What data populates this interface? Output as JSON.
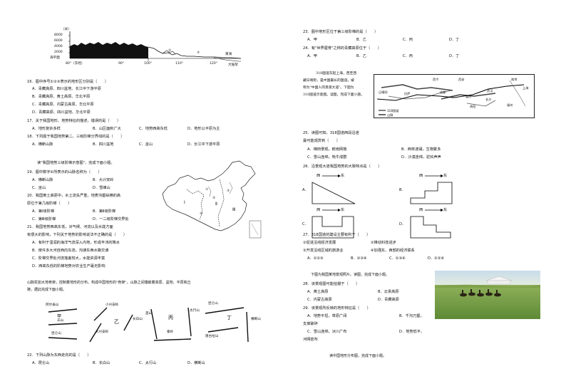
{
  "left": {
    "profile": {
      "y_unit": "（米）",
      "y_ticks": [
        "8000",
        "6000",
        "4000",
        "2000",
        "海平面"
      ],
      "x_ticks": [
        "80°（东经）",
        "90°",
        "100°",
        "110°",
        "120°"
      ],
      "markers": [
        "①",
        "②",
        "③"
      ],
      "sea_label": "黄海",
      "shelf_label": "大陆架"
    },
    "q16": {
      "stem": "16．图中序号①②③表示的地形区分别是（　　）",
      "A": "A．青藏高原、四川盆地、长江中下游平原",
      "B": "B．青藏高原、黄土高原、华北平原",
      "C": "C．青藏高原、内蒙古高原、华北平原",
      "D": "D．青藏高原、四川盆地、华北平原"
    },
    "q17": {
      "stem": "17．关于我国地形、地势特征的描述，错误的是（　　）",
      "A": "A．地形复杂多样",
      "B": "B．山区面积广大",
      "C": "C．地势西高东低",
      "D": "D．地形以平原为主"
    },
    "q18": {
      "stem": "18．下列属于我国地势第二、三级阶梯分界线的是（　　）",
      "A": "A．横断山脉",
      "B": "B．四川盆地",
      "C": "C．巫山",
      "D": "D．长江中下游平原"
    },
    "intro2": "读\"我国地势三级阶梯示意图\"，完成下面小题。",
    "q19": {
      "stem": "19．图中数字④所表示的山脉名称为（　　）",
      "A": "A．横断山脉",
      "B": "B．大兴安岭",
      "C": "C．巫山",
      "D": "D．雪峰山"
    },
    "q20": {
      "l1": "20．我国黄土高原中，水土流失严重，地表沟壑纵横的高",
      "l2": "原位于第几级阶梯（　　）",
      "A": "A．第Ⅰ级阶梯",
      "B": "B．第Ⅱ级阶梯",
      "C": "C．第Ⅲ级阶梯",
      "D": "D．一二级阶梯交界处"
    },
    "q21": {
      "l1": "21．我国地势西高东低，对气候、河流以及水能方面",
      "l2": "有很大的影响，下列关于地势的影响说法不正确的是（　　）",
      "A": "A．有利于湿润的海洋气流深入内地，形成丰沛的降水",
      "B": "B．使许多大河自西向东流，沟通东西水路交通",
      "C": "C．阶梯交界处河流落差较大，水能资源丰富",
      "D": "D．西高东低的阶梯地势对农业生产毫无影响"
    },
    "map_labels": {
      "I": "Ⅰ",
      "II": "Ⅱ",
      "III": "Ⅲ",
      "n1": "①",
      "n2": "②",
      "n3": "③",
      "n4": "④"
    },
    "intro3_l1": "山脉犹如大地骨架，控制着地形的分布。构成中国地形的\"骨架\"，山脉之间镶嵌着高原、盆地、平原和丘",
    "intro3_l2": "陵，据此完成下面小题。",
    "mountains": {
      "a1": "阿尔泰山",
      "a2": "甲",
      "a3": "天山",
      "a4": "昆仑山",
      "b1": "小兴安岭",
      "b2": "乙",
      "b3": "大兴安岭",
      "b4": "长白山",
      "c1": "丙",
      "c2": "秦岭",
      "c3": "太行山",
      "c4": "巫山",
      "d1": "昆仑山",
      "d2": "丁",
      "d3": "唐古拉山",
      "d4": "横断山"
    },
    "q22": {
      "stem": "22．下列山脉为东西走向的是（　　）",
      "A": "A．昆仑山",
      "B": "B．长白山",
      "C": "C．太行山",
      "D": "D．横断山"
    }
  },
  "right": {
    "q23": {
      "stem": "23．图中地形区位于第三级阶梯的是（　　）",
      "A": "A．甲",
      "B": "B．乙",
      "C": "C．丙",
      "D": "D．丁"
    },
    "q24": {
      "stem": "24．有\"世界屋脊\"之称的青藏高原位于（　　）",
      "A": "A．甲",
      "B": "B．乙",
      "C": "C．丙",
      "D": "D．丁"
    },
    "intro318": [
      "318国道东起上海，西至西",
      "藏日喀则，是中国最长的国道，被",
      "称为\"中国人的景观大道\"。下图为",
      "318国道示意图。读图，完成下面小题。"
    ],
    "route_labels": {
      "r1": "日喀则",
      "r2": "拉萨",
      "r3": "成都",
      "r4": "西安",
      "r5": "武汉",
      "r6": "上海",
      "r7": "南京",
      "r8": "重庆",
      "r9": "长沙",
      "r10": "贵阳",
      "r11": "福州",
      "r12": "西宁",
      "leg1": "318国道",
      "leg2": "山脉"
    },
    "q25": {
      "l1": "25．读图可知，318国道西段沿途",
      "l2": "最可能观赏到（　　）",
      "A": "A．梯田景观，鲜雨网格",
      "B": "B．西林波澜，生物繁多",
      "C": "C．雪山连绵，牦牛成群",
      "D": "D．沙漠连绵，驼铃声声"
    },
    "q26": {
      "stem": "26．沿景观大道我国地势的大致特点是（　　）",
      "west": "西",
      "east": "东",
      "A": "A．",
      "B": "B．",
      "C": "C．",
      "D": "D．"
    },
    "q27": {
      "stem": "27．318国道的建设主要有利于（　　）",
      "o1": "①促进沿线经济发展",
      "o2": "②推动科技进步",
      "o3": "③开发沿线区域的旅游业",
      "o4": "④加强东、西部的经济联系",
      "A": "A．①②③",
      "B": "B．②③④",
      "C": "C．①③④",
      "D": "D．①②④"
    },
    "intro_photo": "下图为我国某地景观照片。读图，完成下面小题。",
    "q28": {
      "stem": "28．该景观图可能拍摄于（　　）",
      "A": "A．黄土高原",
      "B": "B．云贵高原",
      "C": "C．内蒙古高原",
      "D": "D．青藏高原"
    },
    "q29": {
      "stem": "29．该景观所反映的地形特征是（　　）",
      "A": "A．地势平坦，草原广阔",
      "B": "B．千沟万壑，",
      "Bc": "支离破碎",
      "C": "C．雪山连绵，冰川广布",
      "D": "D．地势低平，",
      "Dc": "河网密布"
    },
    "outro": "读中国地形分布图，完成下面小题。"
  }
}
